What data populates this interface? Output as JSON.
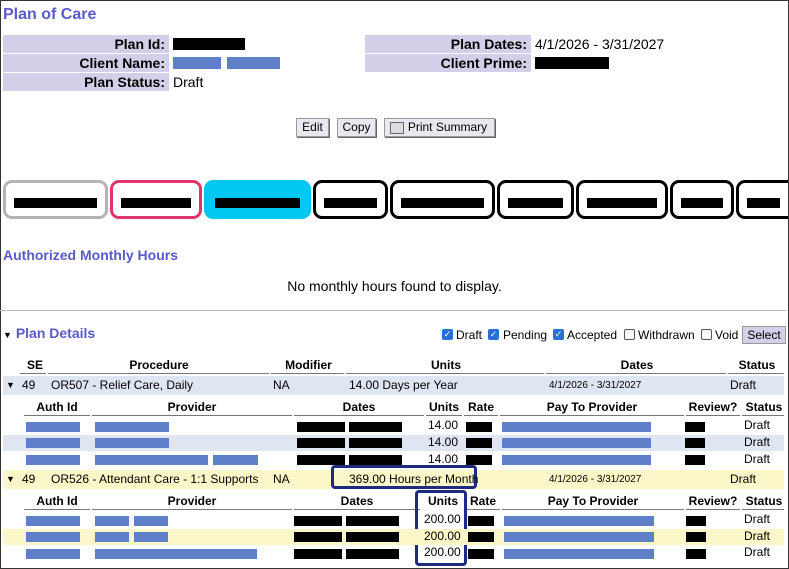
{
  "page": {
    "title": "Plan of Care"
  },
  "plan": {
    "plan_id_label": "Plan Id:",
    "client_name_label": "Client Name:",
    "plan_status_label": "Plan Status:",
    "plan_status": "Draft",
    "plan_dates_label": "Plan Dates:",
    "plan_dates": "4/1/2026 - 3/31/2027",
    "client_prime_label": "Client Prime:"
  },
  "buttons": {
    "edit": "Edit",
    "copy": "Copy",
    "print_summary": "Print Summary"
  },
  "monthly": {
    "title": "Authorized Monthly Hours",
    "empty": "No monthly hours found to display."
  },
  "details": {
    "title": "Plan Details",
    "filters": [
      {
        "label": "Draft",
        "checked": true
      },
      {
        "label": "Pending",
        "checked": true
      },
      {
        "label": "Accepted",
        "checked": true
      },
      {
        "label": "Withdrawn",
        "checked": false
      },
      {
        "label": "Void",
        "checked": false
      }
    ],
    "select_label": "Select",
    "headers": {
      "se": "SE",
      "procedure": "Procedure",
      "modifier": "Modifier",
      "units": "Units",
      "dates": "Dates",
      "status": "Status"
    },
    "sub_headers": {
      "auth_id": "Auth Id",
      "provider": "Provider",
      "dates": "Dates",
      "units": "Units",
      "rate": "Rate",
      "pay_to": "Pay To Provider",
      "review": "Review?",
      "status": "Status"
    },
    "services": [
      {
        "se": "49",
        "procedure": "OR507 - Relief Care, Daily",
        "modifier": "NA",
        "units": "14.00 Days per Year",
        "dates": "4/1/2026 - 3/31/2027",
        "status": "Draft",
        "auths": [
          {
            "units": "14.00",
            "status": "Draft"
          },
          {
            "units": "14.00",
            "status": "Draft"
          },
          {
            "units": "14.00",
            "status": "Draft"
          }
        ]
      },
      {
        "se": "49",
        "procedure": "OR526 - Attendant Care - 1:1 Supports",
        "modifier": "NA",
        "units": "369.00 Hours per Month",
        "dates": "4/1/2026 - 3/31/2027",
        "status": "Draft",
        "auths": [
          {
            "units": "200.00",
            "status": "Draft"
          },
          {
            "units": "200.00",
            "status": "Draft"
          },
          {
            "units": "200.00",
            "status": "Draft"
          }
        ]
      }
    ]
  }
}
